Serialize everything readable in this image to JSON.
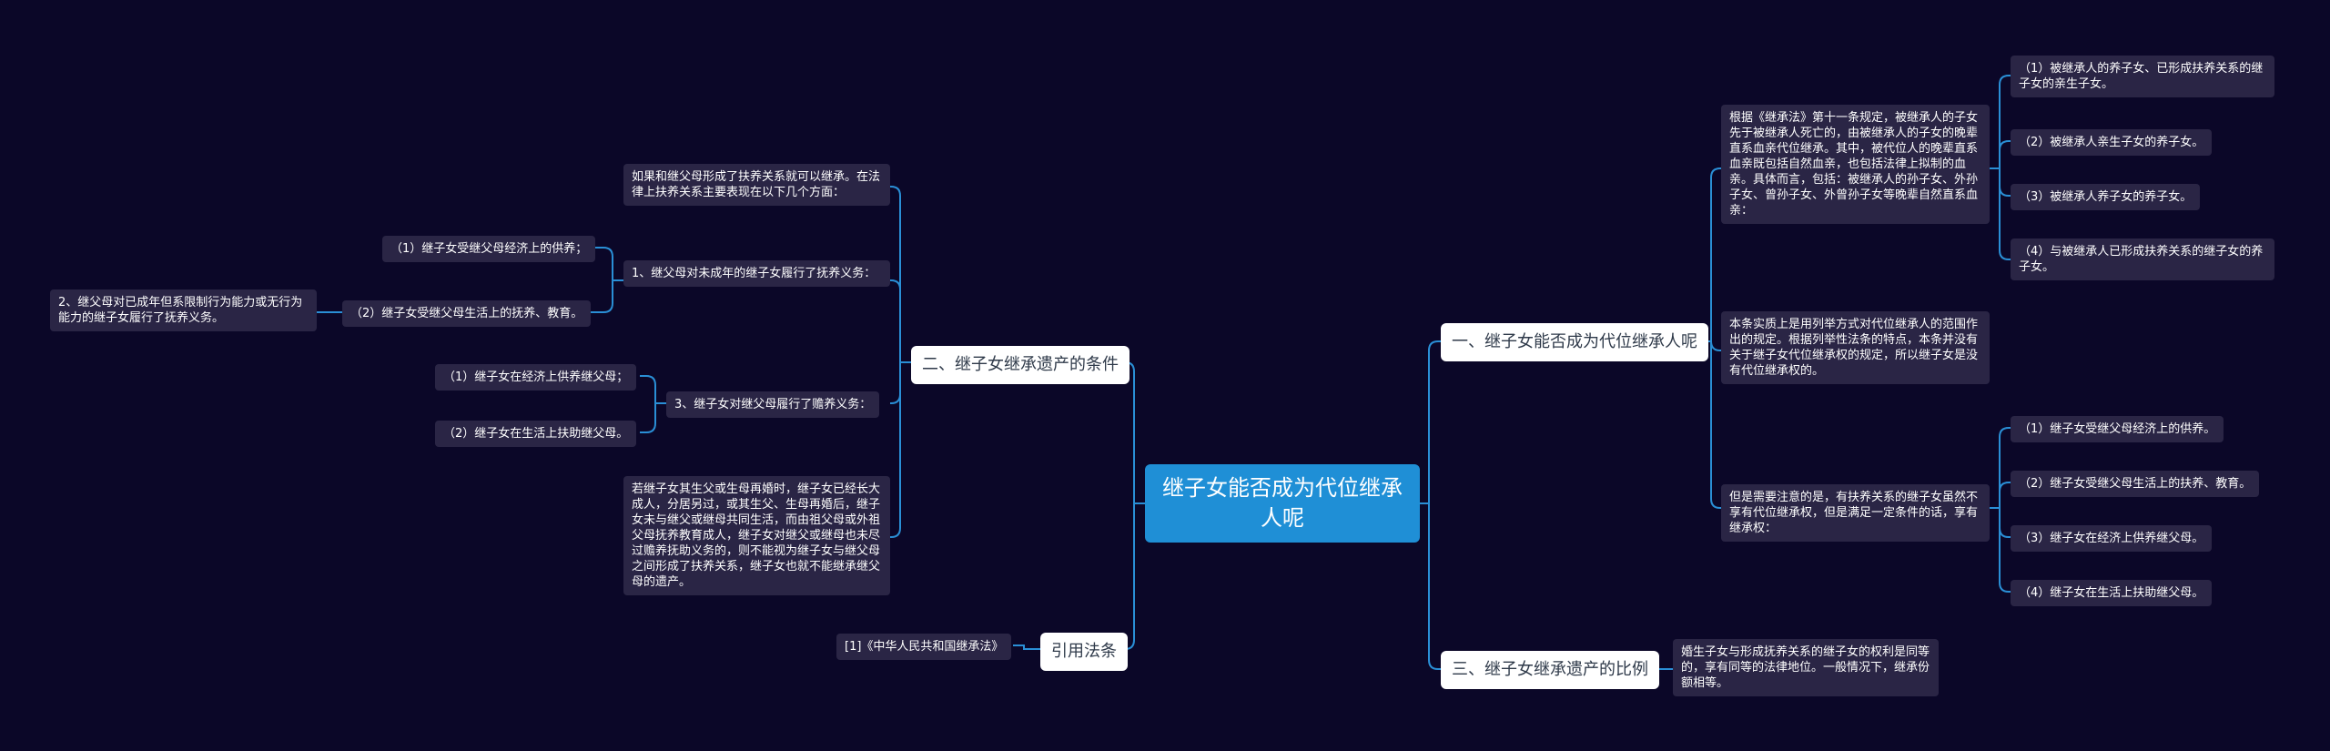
{
  "colors": {
    "background": "#0b0728",
    "root": "#1f8fd6",
    "link": "#2a8fd6",
    "leaf_bg": "#2a2545",
    "main_bg": "#ffffff"
  },
  "root": "继子女能否成为代位继承人呢",
  "right": {
    "b1": {
      "title": "一、继子女能否成为代位继承人呢",
      "p1": "根据《继承法》第十一条规定，被继承人的子女先于被继承人死亡的，由被继承人的子女的晚辈直系血亲代位继承。其中，被代位人的晚辈直系血亲既包括自然血亲，也包括法律上拟制的血亲。具体而言，包括：被继承人的孙子女、外孙子女、曾孙子女、外曾孙子女等晚辈自然直系血亲：",
      "p1_items": [
        "（1）被继承人的养子女、已形成扶养关系的继子女的亲生子女。",
        "（2）被继承人亲生子女的养子女。",
        "（3）被继承人养子女的养子女。",
        "（4）与被继承人已形成扶养关系的继子女的养子女。"
      ],
      "p2": "本条实质上是用列举方式对代位继承人的范围作出的规定。根据列举性法条的特点，本条并没有关于继子女代位继承权的规定，所以继子女是没有代位继承权的。",
      "p3": "但是需要注意的是，有扶养关系的继子女虽然不享有代位继承权，但是满足一定条件的话，享有继承权：",
      "p3_items": [
        "（1）继子女受继父母经济上的供养。",
        "（2）继子女受继父母生活上的扶养、教育。",
        "（3）继子女在经济上供养继父母。",
        "（4）继子女在生活上扶助继父母。"
      ]
    },
    "b3": {
      "title": "三、继子女继承遗产的比例",
      "text": "婚生子女与形成抚养关系的继子女的权利是同等的，享有同等的法律地位。一般情况下，继承份额相等。"
    }
  },
  "left": {
    "b2": {
      "title": "二、继子女继承遗产的条件",
      "intro": "如果和继父母形成了扶养关系就可以继承。在法律上扶养关系主要表现在以下几个方面：",
      "c1": {
        "text": "1、继父母对未成年的继子女履行了抚养义务：",
        "items": [
          "（1）继子女受继父母经济上的供养；",
          "（2）继子女受继父母生活上的抚养、教育。"
        ],
        "sub": "2、继父母对已成年但系限制行为能力或无行为能力的继子女履行了抚养义务。"
      },
      "c3": {
        "text": "3、继子女对继父母履行了赡养义务：",
        "items": [
          "（1）继子女在经济上供养继父母；",
          "（2）继子女在生活上扶助继父母。"
        ]
      },
      "outro": "若继子女其生父或生母再婚时，继子女已经长大成人，分居另过，或其生父、生母再婚后，继子女未与继父或继母共同生活，而由祖父母或外祖父母抚养教育成人，继子女对继父或继母也未尽过赡养抚助义务的，则不能视为继子女与继父母之间形成了扶养关系，继子女也就不能继承继父母的遗产。"
    },
    "ref": {
      "title": "引用法条",
      "item": "[1]《中华人民共和国继承法》"
    }
  }
}
